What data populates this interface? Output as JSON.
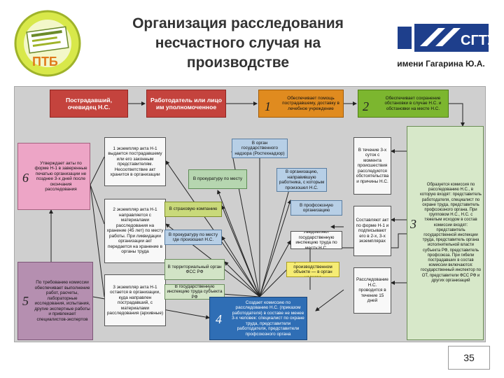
{
  "header": {
    "title": "Организация расследования несчастного случая на производстве",
    "logo_left_text": "ПТБ",
    "logo_right_text": "СГТУ",
    "logo_right_caption": "имени Гагарина Ю.А."
  },
  "diagram": {
    "top_row": [
      {
        "text": "Пострадавший, очевидец Н.С."
      },
      {
        "text": "Работодатель или лицо им уполномоченное"
      },
      {
        "num": "1",
        "text": "Обеспечивает помощь пострадавшему, доставку в лечебное учреждение"
      },
      {
        "num": "2",
        "text": "Обеспечивает сохранение обстановки в случае Н.С. и обстановки на месте Н.С."
      }
    ],
    "left": [
      {
        "num": "6",
        "text": "Утверждает акты по форме Н-1 в заверенные печатью организации не позднее 3-х дней после окончания расследования"
      },
      {
        "num": "5",
        "text": "По требованию комиссии обеспечивает выполнение работ, расчеты, лабораторные исследования, испытания, другие экспертные работы и привлекает специалистов-экспертов"
      }
    ],
    "acts": [
      {
        "text": "1 экземпляр акта Н-1 выдается пострадавшему или его законным представителям. Несоответствие акт хранится в организации"
      },
      {
        "text": "2 экземпляр акта Н-1 направляется с материалами расследования на хранение (45 лет) по месту работы. При ликвидации организации акт передается на хранение в органы труда"
      },
      {
        "text": "3 экземпляр акта Н-1 остается в организации, куда направлен пострадавший, с материалами расследования (архивные)"
      }
    ],
    "center": [
      {
        "text": "В орган государственного надзора (Ростехнадзор)"
      },
      {
        "text": "В прокуратуру по месту"
      },
      {
        "text": "В организацию, направившую работника, с которым произошел Н.С."
      },
      {
        "text": "В страховую компанию"
      },
      {
        "text": "В профсоюзную организацию"
      },
      {
        "text": "В прокуратуру по месту где произошел Н.С."
      },
      {
        "text": "Уведомляют государственную инспекцию труда по месту Н.С."
      },
      {
        "text": "В территориальный орган ФСС РФ"
      },
      {
        "text": "В государственную инспекцию труда субъекта РФ"
      },
      {
        "text": "При Н.С. на опасном производственном объекте — в орган надзора"
      }
    ],
    "mid_right": [
      {
        "text": "В течение 3-х суток с момента происшествия расследуются обстоятельства и причины Н.С."
      },
      {
        "text": "Составляют акт по форме Н-1 и подписывают его в 2-х, 3-х экземплярах"
      },
      {
        "text": "Расследование Н.С. проводится в течение 15 дней"
      }
    ],
    "box4": {
      "num": "4",
      "text": "Создает комиссию по расследованию Н.С. (приказом работодателя) в составе не менее 3-х человек: специалист по охране труда, представители работодателя, представители профсоюзного органа"
    },
    "box3": {
      "num": "3",
      "text": "Образуется комиссия по расследованию Н.С., в которую входят: представитель работодателя, специалист по охране труда, представитель профсоюзного органа. При групповом Н.С., Н.С. с тяжелым исходом в состав комиссии входят: представитель государственной инспекции труда, представитель органа исполнительной власти субъекта РФ, представитель профсоюза. При гибели пострадавших в состав комиссии включаются: государственный инспектор по ОТ, представители ФСС РФ и других организаций"
    }
  },
  "footer": {
    "page_number": "35"
  }
}
